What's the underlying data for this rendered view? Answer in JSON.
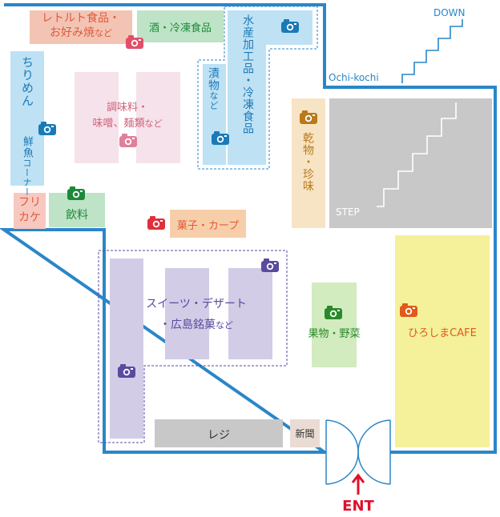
{
  "colors": {
    "wall": "#2a86c8",
    "retort": "#f3c4b4",
    "retort_text": "#e05a3a",
    "sake": "#bfe3c6",
    "sake_text": "#1a8a3a",
    "seafood": "#bfe1f4",
    "seafood_text": "#1a7ab8",
    "seasoning": "#f6e2ea",
    "seasoning_text": "#d0607a",
    "dried": "#f7e4c4",
    "dried_text": "#b87a1a",
    "step": "#c8c8c8",
    "sweets": "#d2cce6",
    "sweets_text": "#5a4aa0",
    "produce": "#d2ebbf",
    "produce_text": "#2a8a2a",
    "cafe": "#f5f09a",
    "cafe_text": "#e05a1a",
    "register": "#c8c8c8",
    "newspaper": "#eadcd4",
    "furikake": "#f6c8c0",
    "snacks": "#f6cfaa",
    "ent": "#e0102a"
  },
  "labels": {
    "retort_line1": "レトルト食品・",
    "retort_line2": "お好み焼",
    "retort_small": "など",
    "sake": "酒・冷凍食品",
    "seafood_top": "水産加工品・冷凍食品",
    "tsukemono": "漬物",
    "tsukemono_small": "など",
    "chirimen": "ちりめん",
    "sengyo": "鮮魚",
    "sengyo_small": "コーナー",
    "seasoning_line1": "調味料・",
    "seasoning_line2": "味噌、麺類",
    "seasoning_small": "など",
    "furikake": "フリカケ",
    "drinks": "飲料",
    "dried": "乾物・珍味",
    "step": "STEP",
    "ochikochi": "Ochi-kochi",
    "down": "DOWN",
    "snacks": "菓子・カープ",
    "sweets_line1": "スイーツ・デザート",
    "sweets_line2": "・広島銘菓",
    "sweets_small": "など",
    "produce": "果物・野菜",
    "cafe": "ひろしまCAFE",
    "register": "レジ",
    "newspaper": "新聞",
    "ent": "ENT"
  },
  "icons": {
    "camera": "camera-icon",
    "arrow": "arrow-up-icon"
  }
}
